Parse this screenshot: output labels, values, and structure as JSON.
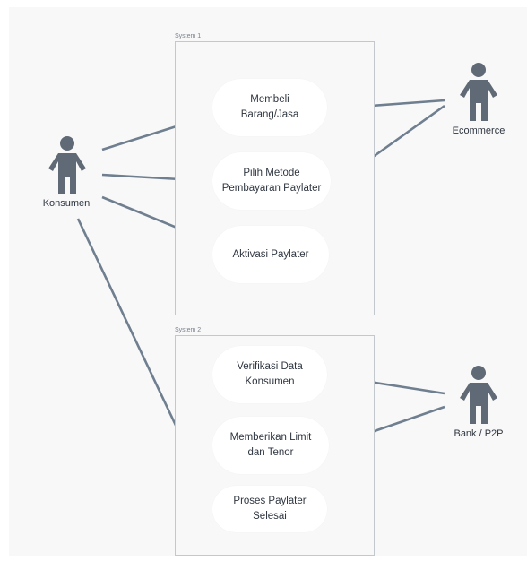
{
  "colors": {
    "actor": "#606a76",
    "line": "#6f7f90",
    "system_border": "#c3c8cf",
    "background": "#f8f8f8",
    "usecase_fill": "#ffffff"
  },
  "systems": [
    {
      "label": "System 1"
    },
    {
      "label": "System 2"
    }
  ],
  "actors": [
    {
      "id": "konsumen",
      "label": "Konsumen",
      "icon": "person-icon"
    },
    {
      "id": "ecommerce",
      "label": "Ecommerce",
      "icon": "person-icon"
    },
    {
      "id": "bank",
      "label": "Bank / P2P",
      "icon": "person-icon"
    }
  ],
  "usecases": [
    {
      "id": "uc1",
      "label": "Membeli\nBarang/Jasa"
    },
    {
      "id": "uc2",
      "label": "Pilih Metode\nPembayaran Paylater"
    },
    {
      "id": "uc3",
      "label": "Aktivasi Paylater"
    },
    {
      "id": "uc4",
      "label": "Verifikasi Data\nKonsumen"
    },
    {
      "id": "uc5",
      "label": "Memberikan Limit\ndan Tenor"
    },
    {
      "id": "uc6",
      "label": "Proses Paylater\nSelesai"
    }
  ],
  "links": [
    {
      "from": "konsumen",
      "to": "uc1"
    },
    {
      "from": "konsumen",
      "to": "uc2"
    },
    {
      "from": "konsumen",
      "to": "uc3"
    },
    {
      "from": "konsumen",
      "to": "uc6"
    },
    {
      "from": "ecommerce",
      "to": "uc1"
    },
    {
      "from": "ecommerce",
      "to": "uc2"
    },
    {
      "from": "bank",
      "to": "uc4"
    },
    {
      "from": "bank",
      "to": "uc5"
    }
  ]
}
